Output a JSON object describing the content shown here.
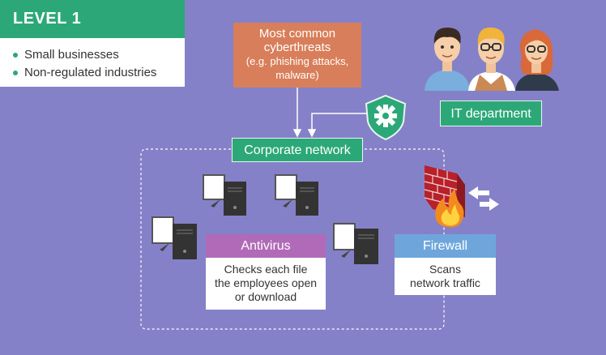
{
  "level": {
    "title": "LEVEL 1",
    "items": [
      "Small businesses",
      "Non-regulated industries"
    ]
  },
  "threats": {
    "line1": "Most common",
    "line2": "cyberthreats",
    "line3": "(e.g. phishing attacks,",
    "line4": "malware)"
  },
  "it_department": {
    "label": "IT department"
  },
  "corporate_network": {
    "label": "Corporate network"
  },
  "antivirus": {
    "title": "Antivirus",
    "lines": [
      "Checks each file",
      "the employees open",
      "or download"
    ]
  },
  "firewall": {
    "title": "Firewall",
    "lines": [
      "Scans",
      "network traffic"
    ]
  },
  "colors": {
    "background": "#8581c8",
    "green": "#2ca878",
    "orange": "#d87e5a",
    "purple": "#b06ab8",
    "blue": "#6ea6dc"
  },
  "icons": [
    "shield-gear-icon",
    "people-icon",
    "computer-icon",
    "firewall-brick-icon",
    "fire-icon",
    "two-way-arrows-icon"
  ]
}
